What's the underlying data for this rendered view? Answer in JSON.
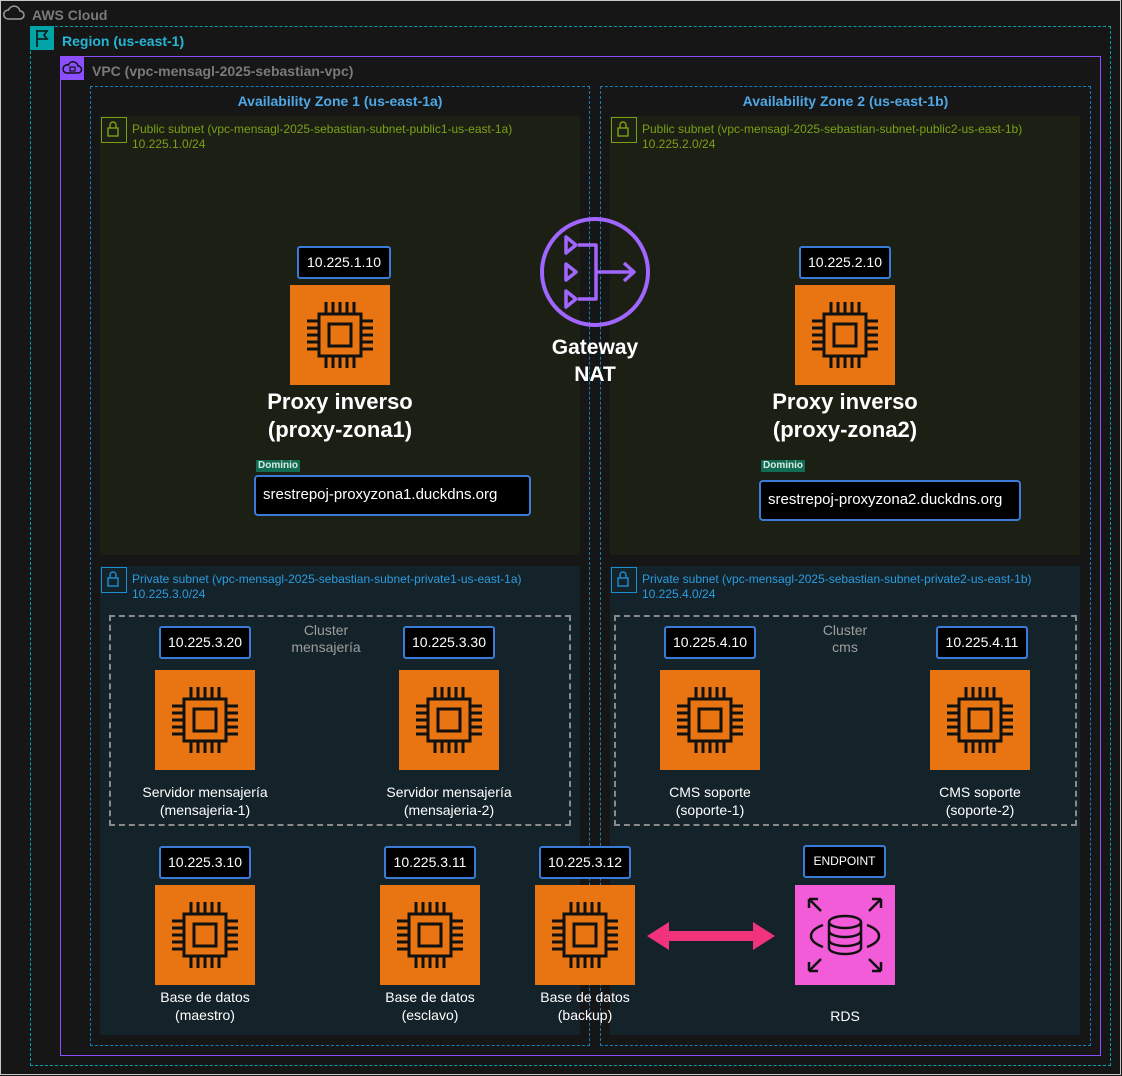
{
  "aws_cloud": {
    "label": "AWS Cloud"
  },
  "region": {
    "label": "Region (us-east-1)"
  },
  "vpc": {
    "label": "VPC (vpc-mensagl-2025-sebastian-vpc)"
  },
  "zones": [
    {
      "label": "Availability Zone 1 (us-east-1a)"
    },
    {
      "label": "Availability Zone 2 (us-east-1b)"
    }
  ],
  "subnets": {
    "public1": {
      "name": "Public subnet (vpc-mensagl-2025-sebastian-subnet-public1-us-east-1a)",
      "cidr": "10.225.1.0/24"
    },
    "public2": {
      "name": "Public subnet (vpc-mensagl-2025-sebastian-subnet-public2-us-east-1b)",
      "cidr": "10.225.2.0/24"
    },
    "private1": {
      "name": "Private subnet (vpc-mensagl-2025-sebastian-subnet-private1-us-east-1a)",
      "cidr": "10.225.3.0/24"
    },
    "private2": {
      "name": "Private subnet (vpc-mensagl-2025-sebastian-subnet-private2-us-east-1b)",
      "cidr": "10.225.4.0/24"
    }
  },
  "nat": {
    "label": "Gateway\nNAT"
  },
  "proxies": [
    {
      "ip": "10.225.1.10",
      "label": "Proxy inverso\n(proxy-zona1)",
      "domain_tag": "Dominio",
      "domain": "srestrepoj-proxyzona1.duckdns.org"
    },
    {
      "ip": "10.225.2.10",
      "label": "Proxy inverso\n(proxy-zona2)",
      "domain_tag": "Dominio",
      "domain": "srestrepoj-proxyzona2.duckdns.org"
    }
  ],
  "clusters": {
    "mensajeria": {
      "label": "Cluster\nmensajería"
    },
    "cms": {
      "label": "Cluster\ncms"
    }
  },
  "servers": {
    "mensajeria1": {
      "ip": "10.225.3.20",
      "label": "Servidor mensajería\n(mensajeria-1)"
    },
    "mensajeria2": {
      "ip": "10.225.3.30",
      "label": "Servidor mensajería\n(mensajeria-2)"
    },
    "soporte1": {
      "ip": "10.225.4.10",
      "label": "CMS soporte\n(soporte-1)"
    },
    "soporte2": {
      "ip": "10.225.4.11",
      "label": "CMS soporte\n(soporte-2)"
    },
    "db_maestro": {
      "ip": "10.225.3.10",
      "label": "Base de datos\n(maestro)"
    },
    "db_esclavo": {
      "ip": "10.225.3.11",
      "label": "Base de datos\n(esclavo)"
    },
    "db_backup": {
      "ip": "10.225.3.12",
      "label": "Base de datos\n(backup)"
    }
  },
  "rds": {
    "endpoint_label": "ENDPOINT",
    "label": "RDS"
  },
  "colors": {
    "ec2": "#e87511",
    "rds": "#f25cd8",
    "nat": "#a166ff",
    "vpc": "#8c4fff",
    "region": "#00a4a6",
    "public": "#7aa116",
    "private": "#147eba",
    "zone_border": "#147eba",
    "arrow": "#f0337a"
  },
  "icons": {
    "cloud": "cloud-icon",
    "region": "flag-icon",
    "vpc": "vpc-cloud-icon",
    "subnet": "lock-icon",
    "ec2": "ec2-chip-icon",
    "nat": "nat-gateway-icon",
    "rds": "rds-database-icon"
  }
}
